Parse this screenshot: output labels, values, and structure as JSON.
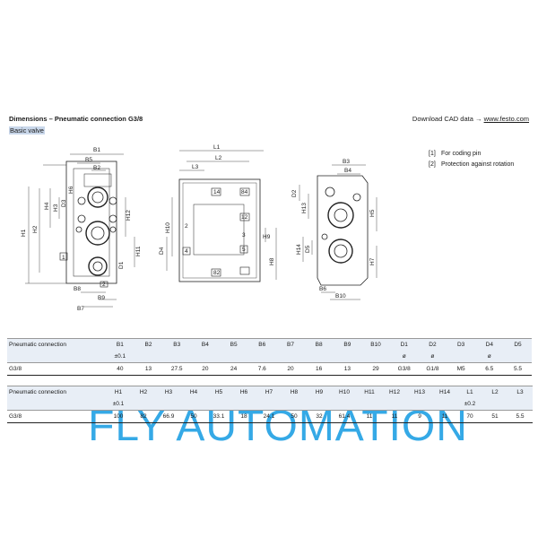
{
  "header": {
    "title": "Dimensions – Pneumatic connection G3/8",
    "cad_prefix": "Download CAD data ",
    "cad_arrow": "→",
    "cad_link": "www.festo.com",
    "subtitle": "Basic valve"
  },
  "notes": [
    {
      "num": "[1]",
      "text": "For coding pin"
    },
    {
      "num": "[2]",
      "text": "Protection against rotation"
    }
  ],
  "drawing_labels": {
    "left": [
      "B1",
      "B5",
      "B2",
      "H6",
      "D3",
      "H4",
      "H3",
      "H1",
      "H2",
      "H12",
      "H11",
      "D1",
      "B8",
      "B7",
      "B9",
      "1",
      "2"
    ],
    "middle": [
      "L1",
      "L3",
      "L2",
      "H10",
      "D4",
      "H9",
      "H8",
      "14",
      "84",
      "12",
      "4",
      "2",
      "5",
      "3",
      "82"
    ],
    "right": [
      "B3",
      "B4",
      "D2",
      "H13",
      "H5",
      "H14",
      "D5",
      "H7",
      "B6",
      "B10"
    ]
  },
  "watermark": "FLY AUTOMATION",
  "table1": {
    "headers": [
      "Pneumatic connection",
      "B1",
      "B2",
      "B3",
      "B4",
      "B5",
      "B6",
      "B7",
      "B8",
      "B9",
      "B10",
      "D1",
      "D2",
      "D3",
      "D4",
      "D5"
    ],
    "subheaders": [
      "",
      "±0.1",
      "",
      "",
      "",
      "",
      "",
      "",
      "",
      "",
      "",
      "ø",
      "ø",
      "",
      "ø",
      ""
    ],
    "row": [
      "G3/8",
      "40",
      "13",
      "27.5",
      "20",
      "24",
      "7.6",
      "20",
      "16",
      "13",
      "29",
      "G3/8",
      "G1/8",
      "M5",
      "6.5",
      "5.5"
    ]
  },
  "table2": {
    "headers": [
      "Pneumatic connection",
      "H1",
      "H2",
      "H3",
      "H4",
      "H5",
      "H6",
      "H7",
      "H8",
      "H9",
      "H10",
      "H11",
      "H12",
      "H13",
      "H14",
      "L1",
      "L2",
      "L3"
    ],
    "subheaders": [
      "",
      "±0.1",
      "",
      "",
      "",
      "",
      "",
      "",
      "",
      "",
      "",
      "",
      "",
      "",
      "",
      "±0.2",
      "",
      ""
    ],
    "row": [
      "G3/8",
      "100",
      "82",
      "66.9",
      "50",
      "33.1",
      "18",
      "24.1",
      "50",
      "32",
      "61.4",
      "11",
      "11",
      "9",
      "11",
      "70",
      "51",
      "5.5"
    ]
  }
}
